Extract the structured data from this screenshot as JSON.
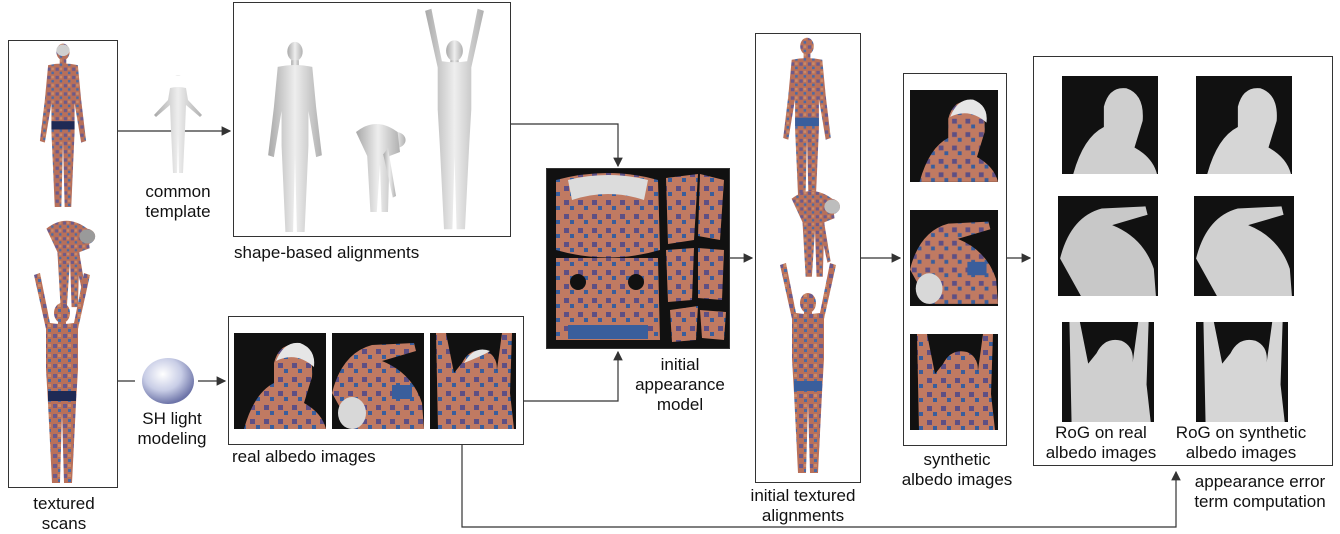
{
  "labels": {
    "textured_scans": "textured\nscans",
    "common_template": "common\ntemplate",
    "shape_based_alignments": "shape-based alignments",
    "sh_light_modeling": "SH light\nmodeling",
    "real_albedo_images": "real albedo images",
    "initial_appearance_model": "initial\nappearance\nmodel",
    "initial_textured_alignments": "initial textured\nalignments",
    "synthetic_albedo_images": "synthetic\nalbedo images",
    "rog_real": "RoG on real\nalbedo images",
    "rog_synthetic": "RoG on synthetic\nalbedo images",
    "appearance_error": "appearance error\nterm computation"
  },
  "colors": {
    "skin": "#b8705a",
    "patch_blue": "#3a5e9c",
    "mesh_gray": "#d4d4d4",
    "photo_bg": "#111111",
    "rog_gray": "#cfcfcf"
  },
  "icons": {
    "sphere": "sh-light-sphere",
    "template": "common-template-mesh"
  }
}
